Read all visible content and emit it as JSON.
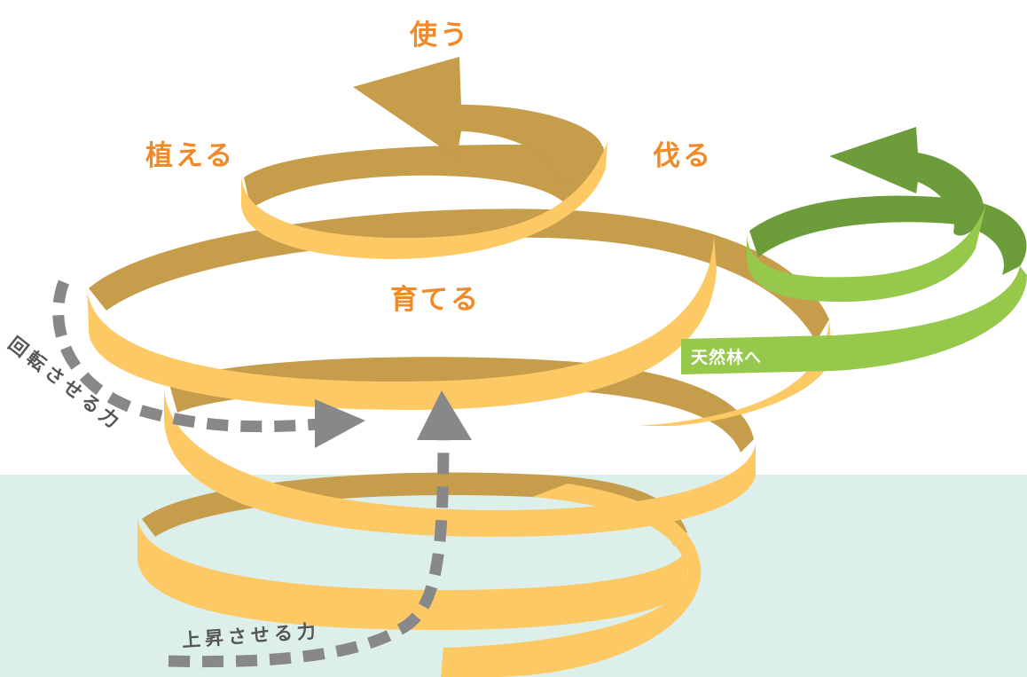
{
  "colors": {
    "ground": "#dcefeb",
    "ribbon_front": "#fdc965",
    "ribbon_back": "#c69d4a",
    "green_front": "#96c84b",
    "green_back": "#6d9c3b",
    "arrow_gray": "#888888",
    "label_orange": "#ee8a2a",
    "label_gray": "#555555"
  },
  "labels": {
    "use": "使う",
    "plant": "植える",
    "cut": "伐る",
    "grow": "育てる",
    "natural_forest": "天然林へ",
    "rotate_force": "回転させる力",
    "rise_force": "上昇させる力"
  }
}
